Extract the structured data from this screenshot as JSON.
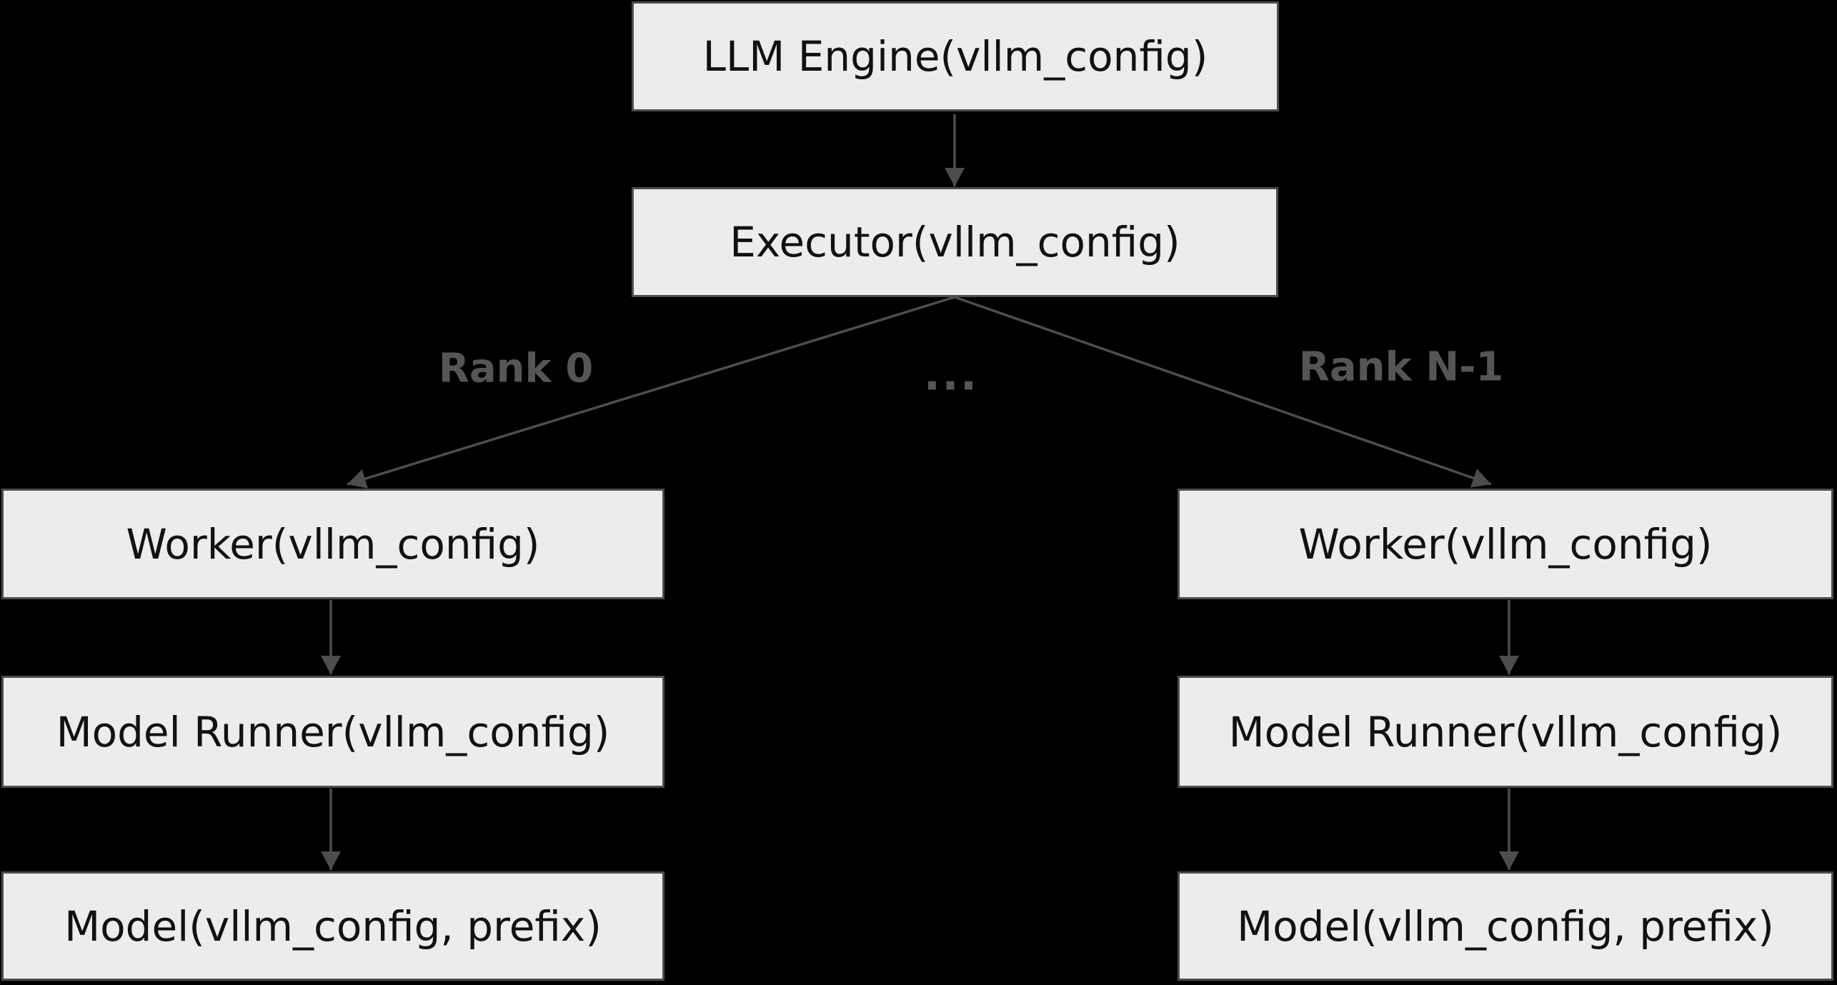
{
  "diagram": {
    "background": "#000000",
    "node_fill": "#ececec",
    "node_border": "#4d4d4d",
    "node_text_color": "#111111",
    "edge_color": "#4d4d4d",
    "edge_label_color": "#555555",
    "nodes": {
      "llm_engine": {
        "label": "LLM Engine(vllm_config)"
      },
      "executor": {
        "label": "Executor(vllm_config)"
      },
      "worker_left": {
        "label": "Worker(vllm_config)"
      },
      "model_runner_left": {
        "label": "Model Runner(vllm_config)"
      },
      "model_left": {
        "label": "Model(vllm_config, prefix)"
      },
      "worker_right": {
        "label": "Worker(vllm_config)"
      },
      "model_runner_right": {
        "label": "Model Runner(vllm_config)"
      },
      "model_right": {
        "label": "Model(vllm_config, prefix)"
      }
    },
    "edge_labels": {
      "rank_0": "Rank 0",
      "ellipsis": "...",
      "rank_n_minus_1": "Rank N-1"
    }
  }
}
